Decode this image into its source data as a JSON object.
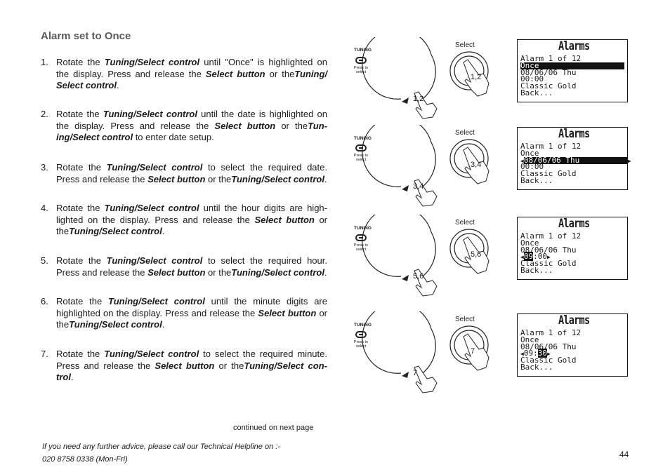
{
  "heading": "Alarm set to Once",
  "steps": [
    {
      "num": "1.",
      "parts": [
        {
          "t": "Rotate the "
        },
        {
          "b": "Tuning/Select control"
        },
        {
          "t": " until \"Once\" is highlighted on the display.  Press and release the "
        },
        {
          "b": "Select button"
        },
        {
          "t": " or the"
        },
        {
          "b": "Tuning/ Select control"
        },
        {
          "t": "."
        }
      ]
    },
    {
      "num": "2.",
      "parts": [
        {
          "t": "Rotate the "
        },
        {
          "b": "Tuning/Select control"
        },
        {
          "t": " until the date is highlighted on the display. Press and release the "
        },
        {
          "b": "Select button"
        },
        {
          "t": " or the"
        },
        {
          "b": "Tun- ing/Select control"
        },
        {
          "t": " to enter date setup."
        }
      ]
    },
    {
      "num": "3.",
      "parts": [
        {
          "t": "Rotate the "
        },
        {
          "b": "Tuning/Select control"
        },
        {
          "t": " to select the required date. Press and release the "
        },
        {
          "b": "Select button"
        },
        {
          "t": " or the"
        },
        {
          "b": "Tuning/Select control"
        },
        {
          "t": "."
        }
      ]
    },
    {
      "num": "4.",
      "parts": [
        {
          "t": "Rotate the "
        },
        {
          "b": "Tuning/Select control"
        },
        {
          "t": " until the hour digits are high- lighted on the display.  Press and release the "
        },
        {
          "b": "Select button"
        },
        {
          "t": " or the"
        },
        {
          "b": "Tuning/Select control"
        },
        {
          "t": "."
        }
      ]
    },
    {
      "num": "5.",
      "parts": [
        {
          "t": "Rotate the "
        },
        {
          "b": "Tuning/Select control"
        },
        {
          "t": " to select the required hour. Press and release the "
        },
        {
          "b": "Select button"
        },
        {
          "t": " or the"
        },
        {
          "b": "Tuning/Select control"
        },
        {
          "t": "."
        }
      ]
    },
    {
      "num": "6.",
      "parts": [
        {
          "t": "Rotate the "
        },
        {
          "b": "Tuning/Select control"
        },
        {
          "t": " until the minute digits are highlighted on the display.  Press and release the "
        },
        {
          "b": "Select button"
        },
        {
          "t": " or the"
        },
        {
          "b": "Tuning/Select control"
        },
        {
          "t": "."
        }
      ]
    },
    {
      "num": "7.",
      "parts": [
        {
          "t": "Rotate the "
        },
        {
          "b": "Tuning/Select control"
        },
        {
          "t": " to select the required minute. Press and release the "
        },
        {
          "b": "Select button"
        },
        {
          "t": " or the"
        },
        {
          "b": "Tuning/Select con- trol"
        },
        {
          "t": "."
        }
      ]
    }
  ],
  "continued": "continued on next page",
  "footer": {
    "line1": "If you need any further advice, please call our Technical Helpline on :-",
    "line2": "020 8758 0338 (Mon-Fri)"
  },
  "page_number": "44",
  "panels": [
    {
      "tuning_label": "TUNING",
      "press_label": "Press to select",
      "select_label": "Select",
      "dial_step": "1,2",
      "button_step": "1,2",
      "lcd_title": "Alarms",
      "lines": [
        {
          "segs": [
            {
              "t": "Alarm 1 of 12"
            }
          ]
        },
        {
          "segs": [
            {
              "t": "Once",
              "hl": true,
              "full": true
            }
          ]
        },
        {
          "segs": [
            {
              "t": "08/06/06 Thu"
            }
          ]
        },
        {
          "segs": [
            {
              "t": "00:00"
            }
          ]
        },
        {
          "segs": [
            {
              "t": "Classic Gold"
            }
          ]
        },
        {
          "segs": [
            {
              "t": "Back..."
            }
          ]
        }
      ]
    },
    {
      "tuning_label": "TUNING",
      "press_label": "Press to select",
      "select_label": "Select",
      "dial_step": "3,4",
      "button_step": "3,4",
      "lcd_title": "Alarms",
      "lines": [
        {
          "segs": [
            {
              "t": "Alarm 1 of 12"
            }
          ]
        },
        {
          "segs": [
            {
              "t": "Once"
            }
          ]
        },
        {
          "segs": [
            {
              "t": "◀",
              "tri": true
            },
            {
              "t": "08/06/06 Thu",
              "hl": true,
              "full": true
            },
            {
              "t": "▶",
              "tri": true
            }
          ]
        },
        {
          "segs": [
            {
              "t": "00:00"
            }
          ]
        },
        {
          "segs": [
            {
              "t": "Classic Gold"
            }
          ]
        },
        {
          "segs": [
            {
              "t": "Back..."
            }
          ]
        }
      ]
    },
    {
      "tuning_label": "TUNING",
      "press_label": "Press to select",
      "select_label": "Select",
      "dial_step": "5,6",
      "button_step": "5,6",
      "lcd_title": "Alarms",
      "lines": [
        {
          "segs": [
            {
              "t": "Alarm 1 of 12"
            }
          ]
        },
        {
          "segs": [
            {
              "t": "Once"
            }
          ]
        },
        {
          "segs": [
            {
              "t": "08/06/06 Thu"
            }
          ]
        },
        {
          "segs": [
            {
              "t": "◀",
              "tri": true
            },
            {
              "t": "09",
              "hl": true
            },
            {
              "t": ":00"
            },
            {
              "t": "▶",
              "tri": true
            }
          ]
        },
        {
          "segs": [
            {
              "t": "Classic Gold"
            }
          ]
        },
        {
          "segs": [
            {
              "t": "Back..."
            }
          ]
        }
      ]
    },
    {
      "tuning_label": "TUNING",
      "press_label": "Press to select",
      "select_label": "Select",
      "dial_step": "7",
      "button_step": "7",
      "lcd_title": "Alarms",
      "lines": [
        {
          "segs": [
            {
              "t": "Alarm 1 of 12"
            }
          ]
        },
        {
          "segs": [
            {
              "t": "Once"
            }
          ]
        },
        {
          "segs": [
            {
              "t": "08/06/06 Thu"
            }
          ]
        },
        {
          "segs": [
            {
              "t": "◀",
              "tri": true
            },
            {
              "t": "09:"
            },
            {
              "t": "30",
              "hl": true
            },
            {
              "t": "▶",
              "tri": true
            }
          ]
        },
        {
          "segs": [
            {
              "t": "Classic Gold"
            }
          ]
        },
        {
          "segs": [
            {
              "t": "Back..."
            }
          ]
        }
      ]
    }
  ]
}
